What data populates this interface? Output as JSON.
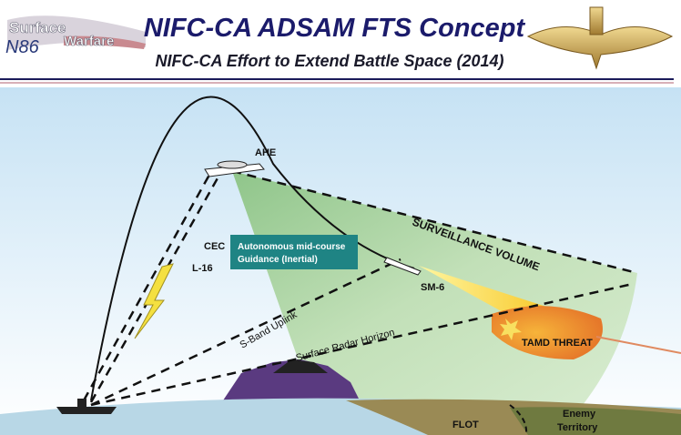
{
  "header": {
    "title": "NIFC-CA ADSAM FTS Concept",
    "subtitle": "NIFC-CA Effort to Extend Battle Space (2014)",
    "logo": {
      "line1": "Surface",
      "line2": "Warfare",
      "code": "N86"
    }
  },
  "labels": {
    "ahe": "AHE",
    "cec": "CEC",
    "l16": "L-16",
    "guidance_box": [
      "Autonomous mid-course",
      "Guidance (Inertial)"
    ],
    "surveillance": "SURVEILLANCE VOLUME",
    "sm6": "SM-6",
    "sband": "S-Band Uplink",
    "radar_horizon": "Surface Radar Horizon",
    "threat": "TAMD THREAT",
    "flot": "FLOT",
    "enemy": [
      "Enemy",
      "Territory"
    ]
  },
  "colors": {
    "title": "#1b1b6b",
    "box": "#1f8484",
    "cone": "#b9dcae",
    "sky": "#cfe7f6"
  }
}
